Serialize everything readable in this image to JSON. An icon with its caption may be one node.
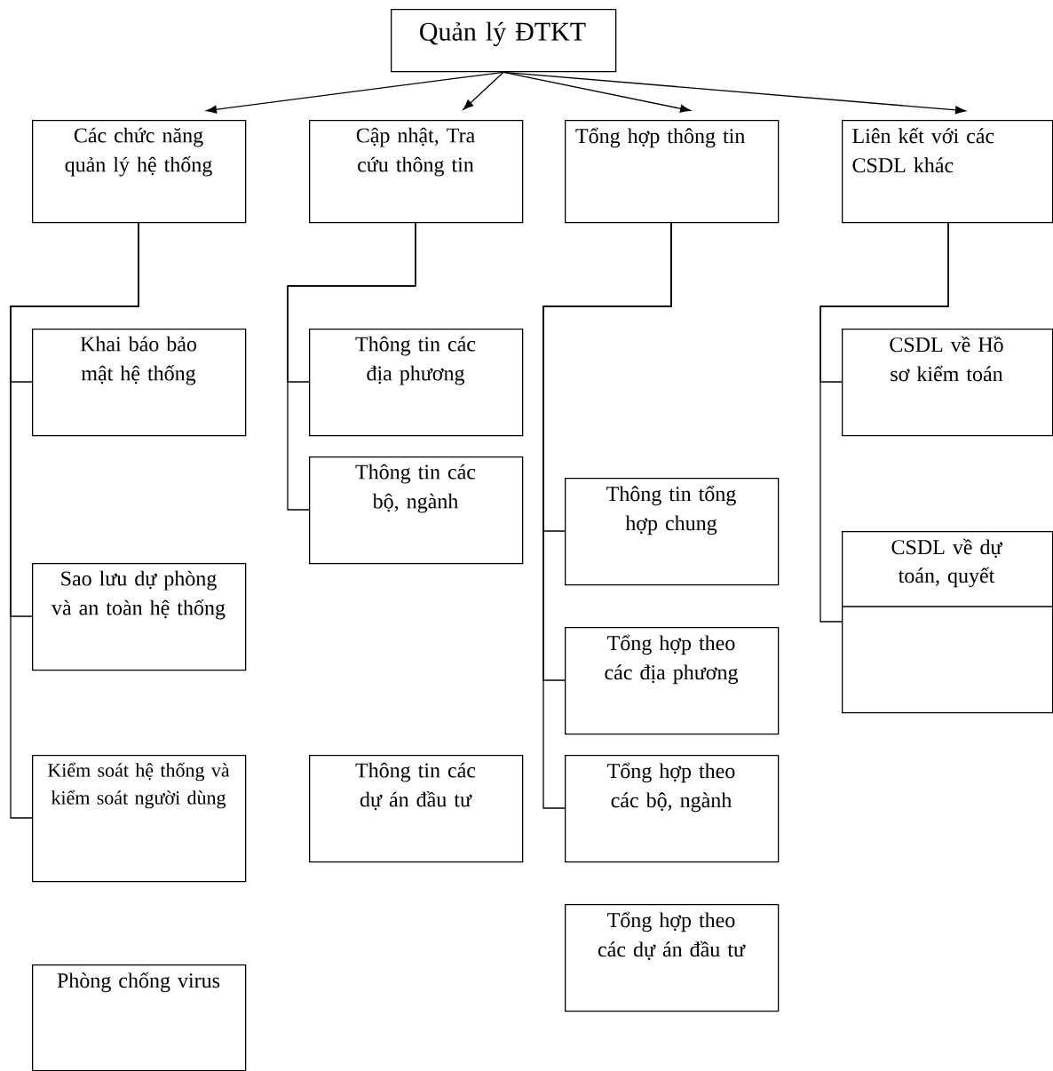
{
  "diagram": {
    "nodes": [
      {
        "text": [
          "Quản lý ĐTKT"
        ]
      },
      {
        "text": [
          "Các chức năng quản lý hệ thống"
        ]
      },
      {
        "text": [
          "Cập nhật, Tra cứu thông tin"
        ]
      },
      {
        "text": [
          "Tổng hợp thông tin"
        ]
      },
      {
        "text": [
          "Liên kết với các CSDL khác"
        ]
      },
      {
        "text": [
          "Khai báo bảo mật hệ thống"
        ]
      },
      {
        "text": [
          "Sao lưu dự phòng và an toàn hệ thống"
        ]
      },
      {
        "text": [
          "Kiểm soát hệ thống và kiểm soát người dùng"
        ]
      },
      {
        "text": [
          "Phòng chống virus"
        ]
      },
      {
        "text": [
          "Thông tin các địa phương"
        ]
      },
      {
        "text": [
          "Thông tin các bộ, ngành"
        ]
      },
      {
        "text": [
          "Thông tin các dự án đầu tư"
        ]
      },
      {
        "text": [
          "Thông tin tổng hợp chung"
        ]
      },
      {
        "text": [
          "Tổng hợp theo các địa phương"
        ]
      },
      {
        "text": [
          "Tổng hợp theo các bộ, ngành"
        ]
      },
      {
        "text": [
          "Tổng hợp theo các dự án đầu tư"
        ]
      },
      {
        "text": [
          "CSDL về Hồ sơ kiểm toán"
        ]
      },
      {
        "text": [
          "CSDL về dự toán, quyết"
        ]
      }
    ],
    "edges": [
      {
        "from": 0,
        "to": 1,
        "arrow": "to"
      },
      {
        "from": 0,
        "to": 2,
        "arrow": "to"
      },
      {
        "from": 0,
        "to": 3,
        "arrow": "to"
      },
      {
        "from": 0,
        "to": 4,
        "arrow": "to"
      },
      {
        "from": 1,
        "to": 5,
        "arrow": "none"
      },
      {
        "from": 1,
        "to": 6,
        "arrow": "none"
      },
      {
        "from": 1,
        "to": 7,
        "arrow": "none"
      },
      {
        "from": 2,
        "to": 9,
        "arrow": "none"
      },
      {
        "from": 2,
        "to": 10,
        "arrow": "none"
      },
      {
        "from": 3,
        "to": 12,
        "arrow": "none"
      },
      {
        "from": 3,
        "to": 13,
        "arrow": "none"
      },
      {
        "from": 3,
        "to": 14,
        "arrow": "none"
      },
      {
        "from": 4,
        "to": 16,
        "arrow": "none"
      },
      {
        "from": 4,
        "to": 17,
        "arrow": "none"
      }
    ]
  }
}
